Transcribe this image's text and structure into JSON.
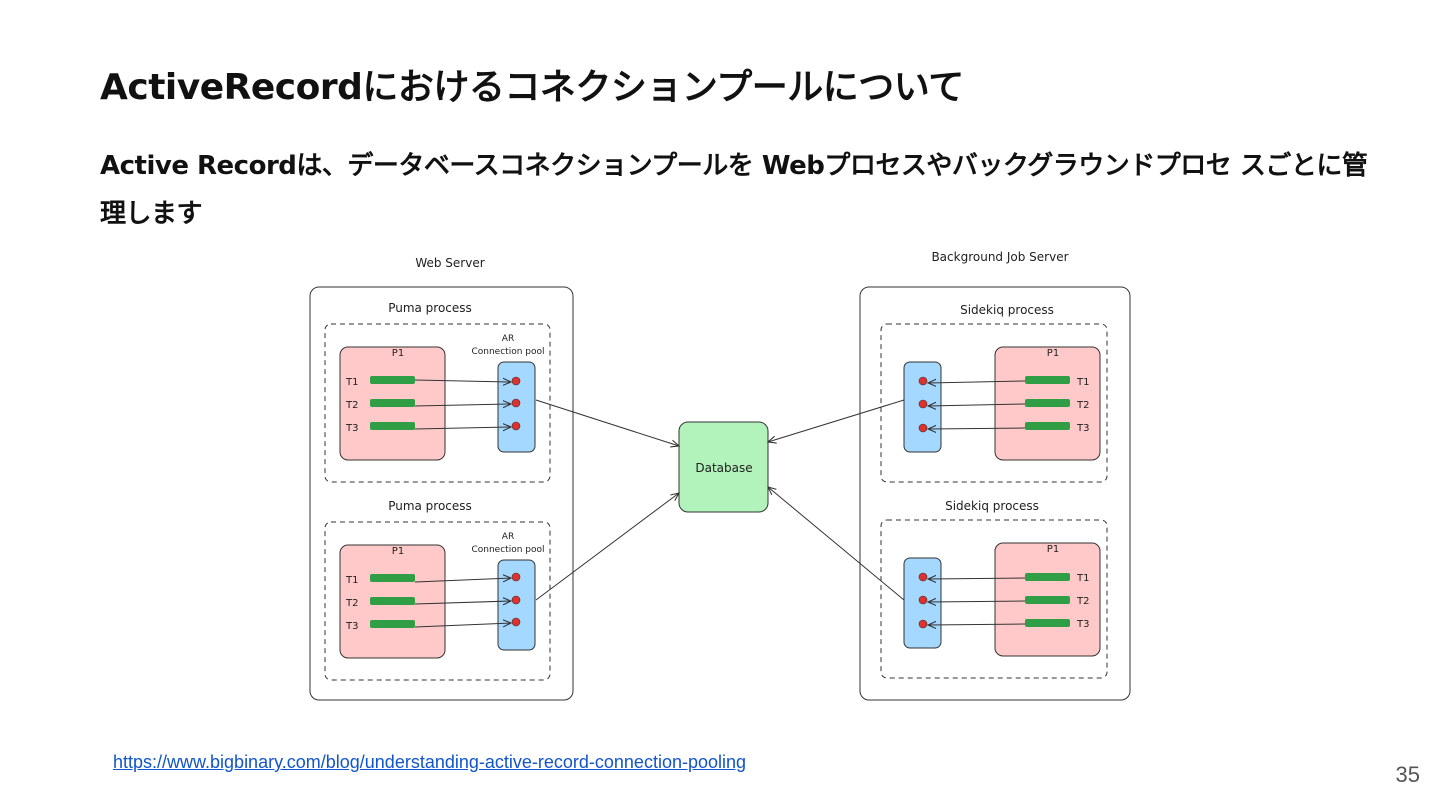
{
  "slide": {
    "title": "ActiveRecordにおけるコネクションプールについて",
    "subtitle": "Active Recordは、データベースコネクションプールを Webプロセスやバックグラウンドプロセ スごとに管理します",
    "link_text": "https://www.bigbinary.com/blog/understanding-active-record-connection-pooling",
    "page_number": "35"
  },
  "diagram": {
    "web_server_label": "Web Server",
    "background_server_label": "Background Job Server",
    "database_label": "Database",
    "puma_process_label": "Puma process",
    "sidekiq_process_label": "Sidekiq process",
    "process_label": "P1",
    "pool_label_line1": "AR",
    "pool_label_line2": "Connection pool",
    "threads": [
      "T1",
      "T2",
      "T3"
    ],
    "colors": {
      "process_fill": "#ffc9c9",
      "pool_fill": "#a5d8ff",
      "thread_bar": "#2f9e44",
      "connection_dot": "#e03131",
      "database_fill": "#b2f2bb"
    }
  }
}
